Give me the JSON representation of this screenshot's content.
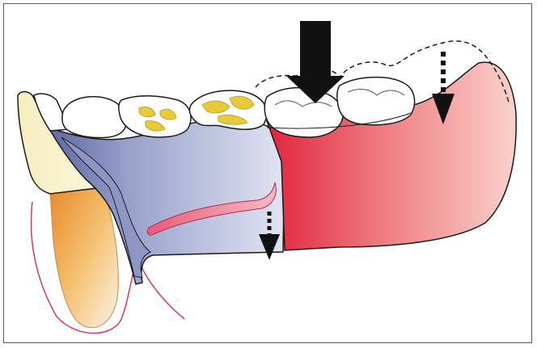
{
  "figure": {
    "subject": "partial-denture-load-illustration",
    "colors": {
      "frame_border": "#5a5a5a",
      "outline": "#1a1a1a",
      "tooth_enamel": "#ffffff",
      "tooth_stain": "#e8c93a",
      "denture_base_blue": "#b8bedc",
      "denture_base_blue_dark": "#6e7aae",
      "saddle_red": "#e23a52",
      "saddle_pink": "#f7c4c0",
      "gingiva_line": "#d83a5a",
      "root_yellow": "#f3e7a0",
      "root_orange": "#e89a3a",
      "force_arrow": "#111111"
    },
    "arrows": [
      {
        "name": "occlusal-force",
        "style": "solid",
        "direction": "down"
      },
      {
        "name": "saddle-displacement-distal",
        "style": "dotted",
        "direction": "down"
      },
      {
        "name": "saddle-displacement-mesial",
        "style": "dotted",
        "direction": "down"
      }
    ]
  }
}
